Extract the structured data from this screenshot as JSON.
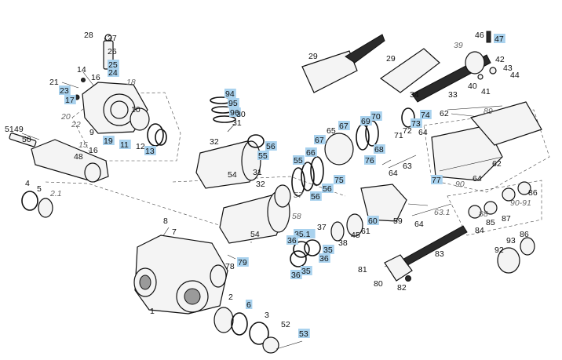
{
  "title": "",
  "highlight_color": "#a9d2ee",
  "callouts": [
    {
      "id": "c28",
      "text": "28",
      "highlighted": false
    },
    {
      "id": "c27",
      "text": "27",
      "highlighted": false
    },
    {
      "id": "c26",
      "text": "26",
      "highlighted": false
    },
    {
      "id": "c25",
      "text": "25",
      "highlighted": true
    },
    {
      "id": "c24",
      "text": "24",
      "highlighted": true
    },
    {
      "id": "c14",
      "text": "14",
      "highlighted": false
    },
    {
      "id": "c16a",
      "text": "16",
      "highlighted": false
    },
    {
      "id": "c18",
      "text": "18",
      "highlighted": false,
      "italic": true
    },
    {
      "id": "c21",
      "text": "21",
      "highlighted": false
    },
    {
      "id": "c23",
      "text": "23",
      "highlighted": true
    },
    {
      "id": "c17",
      "text": "17",
      "highlighted": true
    },
    {
      "id": "c10",
      "text": "10",
      "highlighted": false
    },
    {
      "id": "c20",
      "text": "20",
      "highlighted": false,
      "italic": true
    },
    {
      "id": "c22",
      "text": "22",
      "highlighted": false,
      "italic": true
    },
    {
      "id": "c9",
      "text": "9",
      "highlighted": false
    },
    {
      "id": "c15",
      "text": "15",
      "highlighted": false,
      "italic": true
    },
    {
      "id": "c16b",
      "text": "16",
      "highlighted": false
    },
    {
      "id": "c19",
      "text": "19",
      "highlighted": true
    },
    {
      "id": "c11",
      "text": "11",
      "highlighted": true
    },
    {
      "id": "c12",
      "text": "12",
      "highlighted": false
    },
    {
      "id": "c13",
      "text": "13",
      "highlighted": true
    },
    {
      "id": "c51",
      "text": "51",
      "highlighted": false
    },
    {
      "id": "c49",
      "text": "49",
      "highlighted": false
    },
    {
      "id": "c50",
      "text": "50",
      "highlighted": false
    },
    {
      "id": "c48",
      "text": "48",
      "highlighted": false
    },
    {
      "id": "c4",
      "text": "4",
      "highlighted": false
    },
    {
      "id": "c5",
      "text": "5",
      "highlighted": false
    },
    {
      "id": "c2_1",
      "text": "2.1",
      "highlighted": false,
      "italic": true
    },
    {
      "id": "c94",
      "text": "94",
      "highlighted": true
    },
    {
      "id": "c95",
      "text": "95",
      "highlighted": true
    },
    {
      "id": "c96",
      "text": "96",
      "highlighted": true
    },
    {
      "id": "c30",
      "text": "30",
      "highlighted": false
    },
    {
      "id": "c31a",
      "text": "31",
      "highlighted": false
    },
    {
      "id": "c32a",
      "text": "32",
      "highlighted": false
    },
    {
      "id": "c56a",
      "text": "56",
      "highlighted": true
    },
    {
      "id": "c55a",
      "text": "55",
      "highlighted": true
    },
    {
      "id": "c54a",
      "text": "54",
      "highlighted": false
    },
    {
      "id": "c31b",
      "text": "31",
      "highlighted": false
    },
    {
      "id": "c32b",
      "text": "32",
      "highlighted": false
    },
    {
      "id": "c57",
      "text": "57",
      "highlighted": false,
      "italic": true
    },
    {
      "id": "c58",
      "text": "58",
      "highlighted": false,
      "italic": true
    },
    {
      "id": "c54b",
      "text": "54",
      "highlighted": false
    },
    {
      "id": "c8",
      "text": "8",
      "highlighted": false
    },
    {
      "id": "c7",
      "text": "7",
      "highlighted": false
    },
    {
      "id": "c79",
      "text": "79",
      "highlighted": true
    },
    {
      "id": "c78",
      "text": "78",
      "highlighted": false
    },
    {
      "id": "c1",
      "text": "1",
      "highlighted": false
    },
    {
      "id": "c2",
      "text": "2",
      "highlighted": false
    },
    {
      "id": "c6",
      "text": "6",
      "highlighted": true
    },
    {
      "id": "c3",
      "text": "3",
      "highlighted": false
    },
    {
      "id": "c52",
      "text": "52",
      "highlighted": false
    },
    {
      "id": "c53",
      "text": "53",
      "highlighted": true
    },
    {
      "id": "c29a",
      "text": "29",
      "highlighted": false
    },
    {
      "id": "c29b",
      "text": "29",
      "highlighted": false
    },
    {
      "id": "c46",
      "text": "46",
      "highlighted": false
    },
    {
      "id": "c47",
      "text": "47",
      "highlighted": true
    },
    {
      "id": "c39",
      "text": "39",
      "highlighted": false,
      "italic": true
    },
    {
      "id": "c42",
      "text": "42",
      "highlighted": false
    },
    {
      "id": "c43",
      "text": "43",
      "highlighted": false
    },
    {
      "id": "c44",
      "text": "44",
      "highlighted": false
    },
    {
      "id": "c40",
      "text": "40",
      "highlighted": false
    },
    {
      "id": "c41",
      "text": "41",
      "highlighted": false
    },
    {
      "id": "c34",
      "text": "34",
      "highlighted": false
    },
    {
      "id": "c33",
      "text": "33",
      "highlighted": false
    },
    {
      "id": "c89",
      "text": "89",
      "highlighted": false,
      "italic": true
    },
    {
      "id": "c62a",
      "text": "62",
      "highlighted": false
    },
    {
      "id": "c69",
      "text": "69",
      "highlighted": true
    },
    {
      "id": "c70",
      "text": "70",
      "highlighted": true
    },
    {
      "id": "c74",
      "text": "74",
      "highlighted": true
    },
    {
      "id": "c73",
      "text": "73",
      "highlighted": true
    },
    {
      "id": "c72",
      "text": "72",
      "highlighted": false
    },
    {
      "id": "c71",
      "text": "71",
      "highlighted": false
    },
    {
      "id": "c64a",
      "text": "64",
      "highlighted": false
    },
    {
      "id": "c65",
      "text": "65",
      "highlighted": false
    },
    {
      "id": "c67a",
      "text": "67",
      "highlighted": true
    },
    {
      "id": "c67b",
      "text": "67",
      "highlighted": true
    },
    {
      "id": "c68",
      "text": "68",
      "highlighted": true
    },
    {
      "id": "c76",
      "text": "76",
      "highlighted": true
    },
    {
      "id": "c66",
      "text": "66",
      "highlighted": true
    },
    {
      "id": "c55b",
      "text": "55",
      "highlighted": true
    },
    {
      "id": "c75",
      "text": "75",
      "highlighted": true
    },
    {
      "id": "c56b",
      "text": "56",
      "highlighted": true
    },
    {
      "id": "c56c",
      "text": "56",
      "highlighted": true
    },
    {
      "id": "c64b",
      "text": "64",
      "highlighted": false
    },
    {
      "id": "c63",
      "text": "63",
      "highlighted": false
    },
    {
      "id": "c62b",
      "text": "62",
      "highlighted": false
    },
    {
      "id": "c77",
      "text": "77",
      "highlighted": true
    },
    {
      "id": "c90",
      "text": "90",
      "highlighted": false,
      "italic": true
    },
    {
      "id": "c64c",
      "text": "64",
      "highlighted": false
    },
    {
      "id": "c86a",
      "text": "86",
      "highlighted": false
    },
    {
      "id": "c88",
      "text": "88",
      "highlighted": false,
      "italic": true
    },
    {
      "id": "c90_91",
      "text": "90-91",
      "highlighted": false,
      "italic": true
    },
    {
      "id": "c59",
      "text": "59",
      "highlighted": false
    },
    {
      "id": "c60",
      "text": "60",
      "highlighted": true
    },
    {
      "id": "c61",
      "text": "61",
      "highlighted": false
    },
    {
      "id": "c45",
      "text": "45",
      "highlighted": false
    },
    {
      "id": "c37",
      "text": "37",
      "highlighted": false
    },
    {
      "id": "c38",
      "text": "38",
      "highlighted": false
    },
    {
      "id": "c35_1",
      "text": "35.1",
      "highlighted": true
    },
    {
      "id": "c36a",
      "text": "36",
      "highlighted": true
    },
    {
      "id": "c35a",
      "text": "35",
      "highlighted": true
    },
    {
      "id": "c36b",
      "text": "36",
      "highlighted": true
    },
    {
      "id": "c36c",
      "text": "36",
      "highlighted": true
    },
    {
      "id": "c35b",
      "text": "35",
      "highlighted": true
    },
    {
      "id": "c63_1",
      "text": "63.1",
      "highlighted": false,
      "italic": true
    },
    {
      "id": "c64d",
      "text": "64",
      "highlighted": false
    },
    {
      "id": "c84",
      "text": "84",
      "highlighted": false
    },
    {
      "id": "c85",
      "text": "85",
      "highlighted": false
    },
    {
      "id": "c87",
      "text": "87",
      "highlighted": false
    },
    {
      "id": "c83",
      "text": "83",
      "highlighted": false
    },
    {
      "id": "c81",
      "text": "81",
      "highlighted": false
    },
    {
      "id": "c80",
      "text": "80",
      "highlighted": false
    },
    {
      "id": "c82",
      "text": "82",
      "highlighted": false
    },
    {
      "id": "c92",
      "text": "92",
      "highlighted": false
    },
    {
      "id": "c93",
      "text": "93",
      "highlighted": false
    },
    {
      "id": "c86b",
      "text": "86",
      "highlighted": false
    }
  ]
}
